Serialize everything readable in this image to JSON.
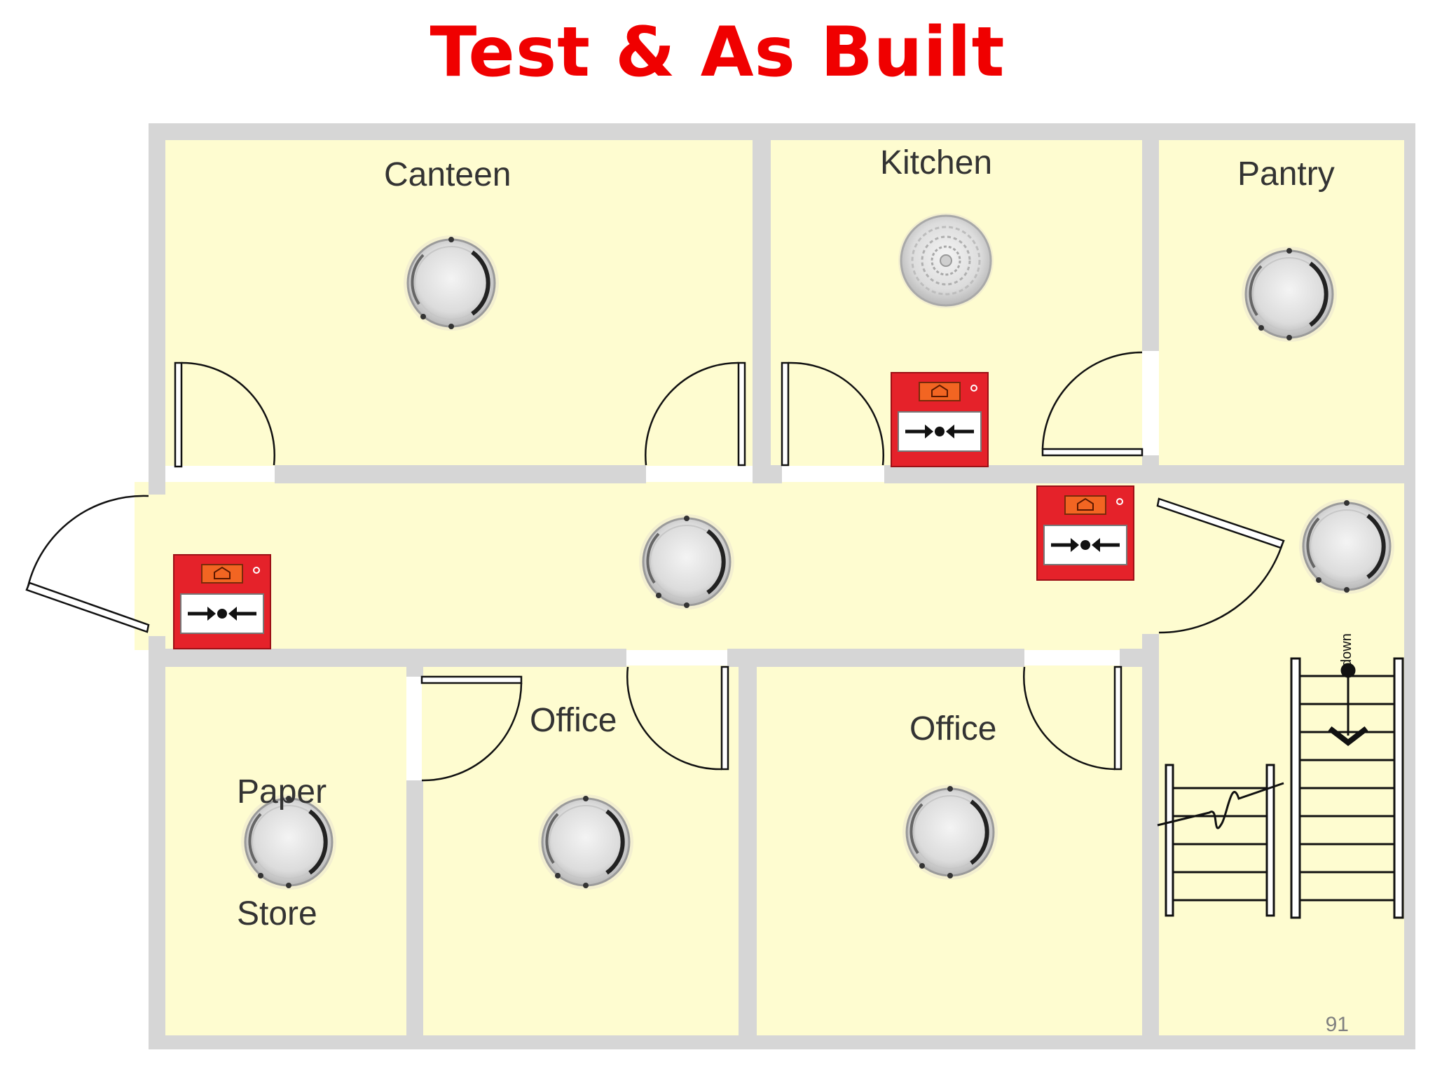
{
  "title": "Test & As Built",
  "rooms": {
    "canteen": "Canteen",
    "kitchen": "Kitchen",
    "pantry": "Pantry",
    "paper_store_line1": "Paper",
    "paper_store_line2": "Store",
    "office_1": "Office",
    "office_2": "Office"
  },
  "stair_label": "down",
  "page_number": "91",
  "colors": {
    "title": "#f00000",
    "floor": "#fefcd0",
    "wall": "#d6d6d6",
    "call_point": "#e5222a",
    "call_point_window": "#f26522"
  },
  "icons": {
    "smoke_detector": "smoke-detector-icon",
    "heat_detector": "heat-detector-icon",
    "manual_call_point": "manual-call-point-icon"
  }
}
